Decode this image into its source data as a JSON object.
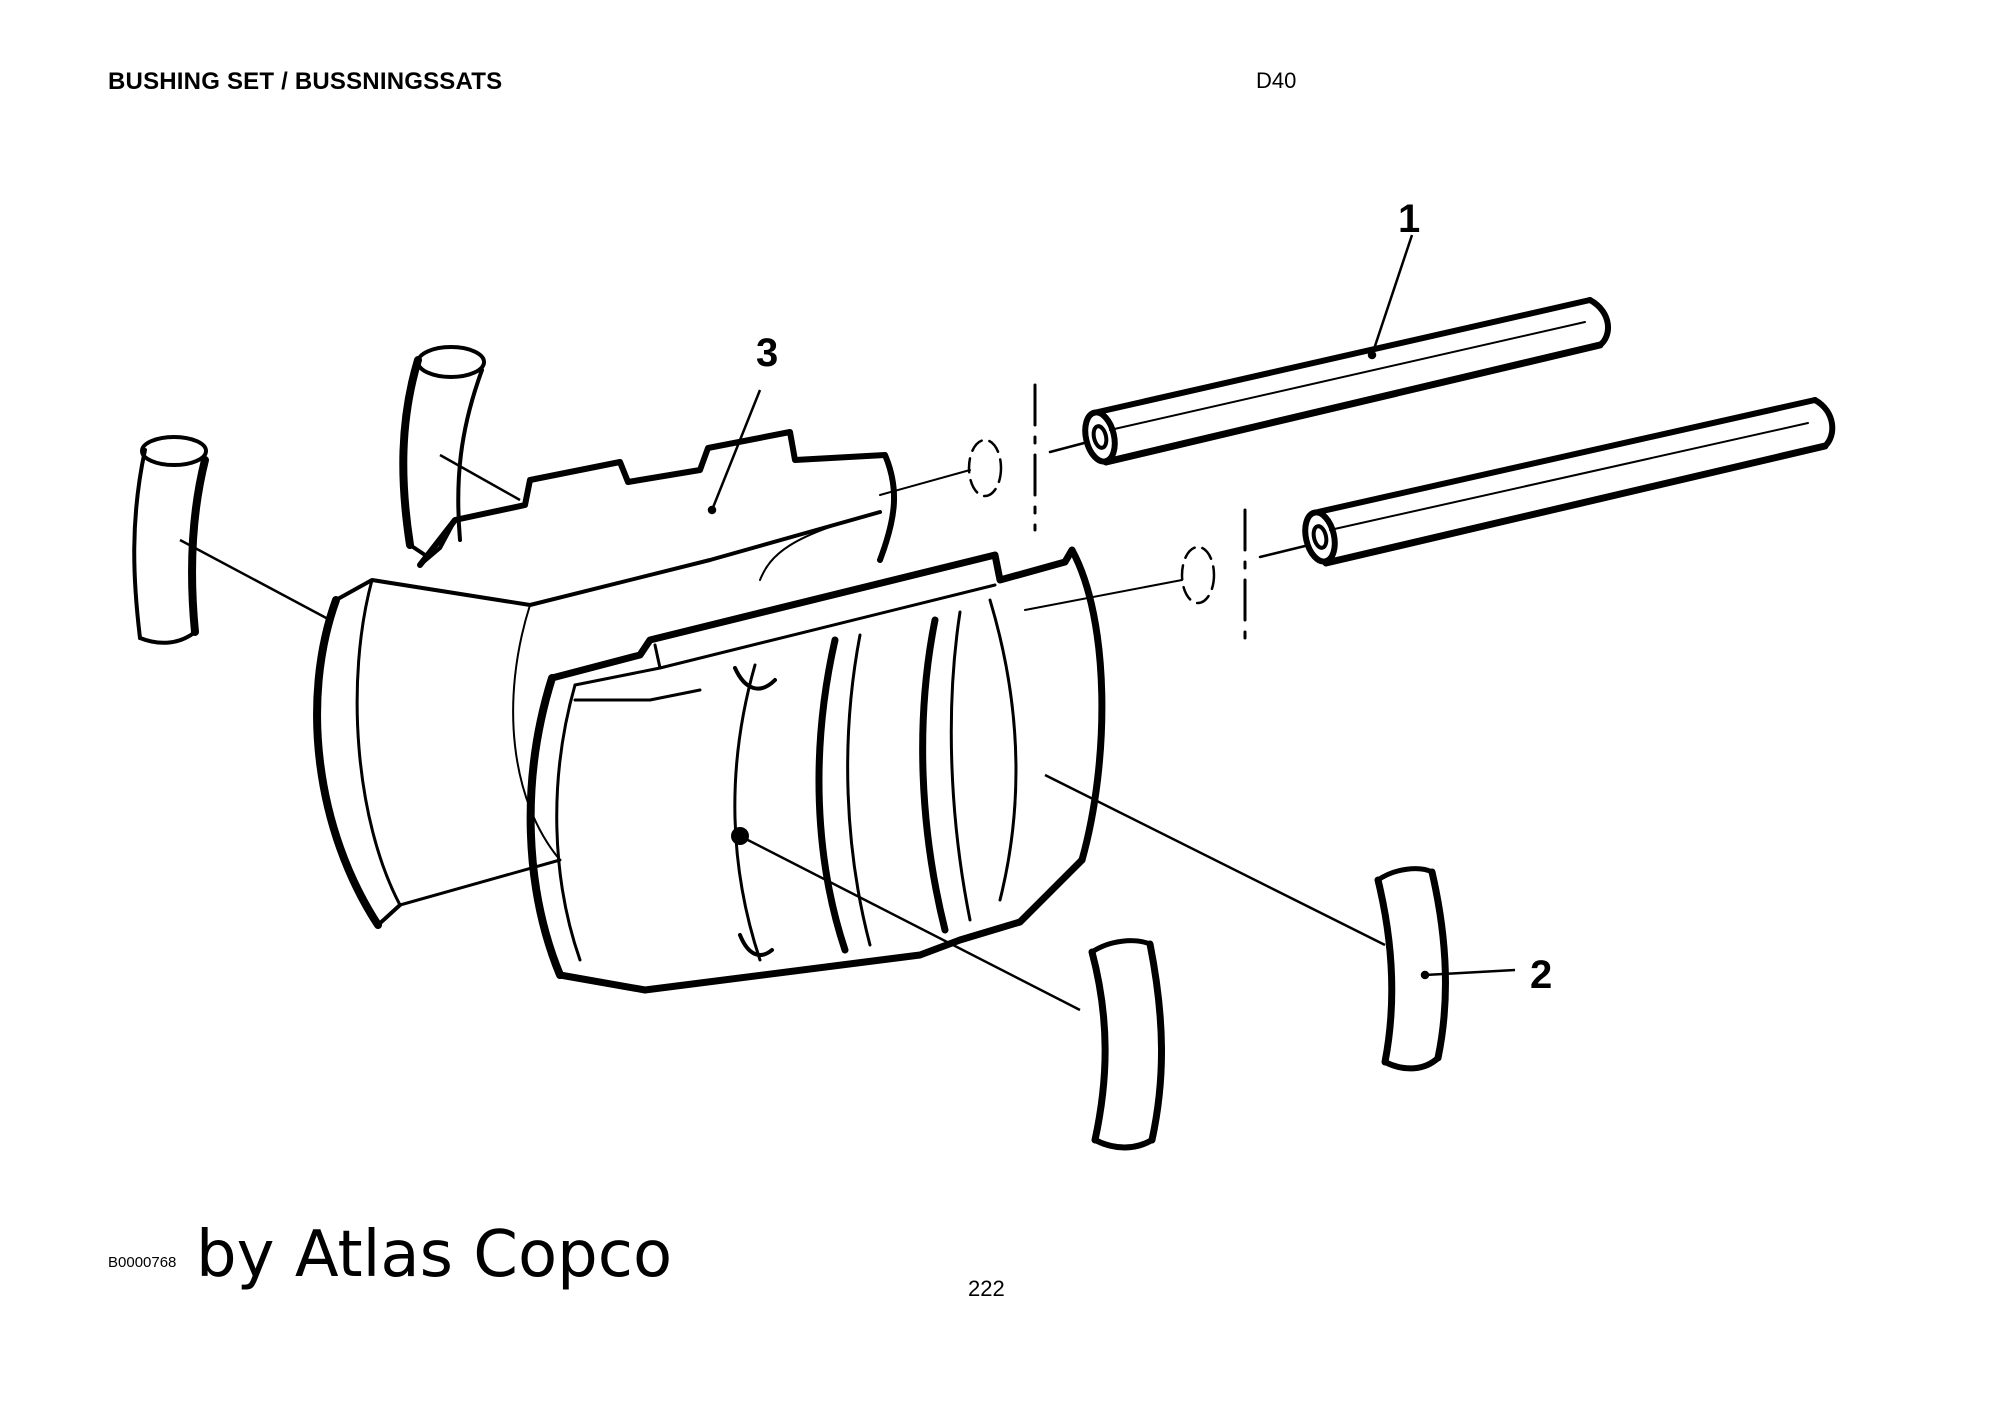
{
  "header": {
    "title": "BUSHING SET / BUSSNINGSSATS",
    "model_code": "D40"
  },
  "diagram": {
    "callouts": [
      "1",
      "2",
      "3"
    ]
  },
  "footer": {
    "figure_id": "B0000768",
    "watermark": "by Atlas Copco",
    "page_number": "222"
  }
}
